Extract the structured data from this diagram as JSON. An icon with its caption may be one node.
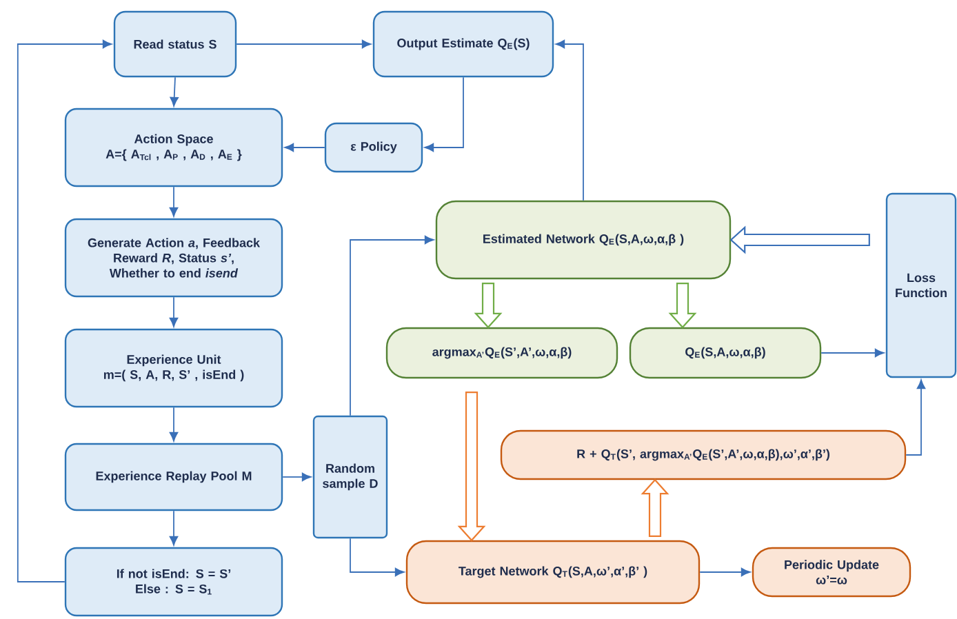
{
  "diagram": {
    "nodes": [
      {
        "text": [
          "Read status S"
        ]
      },
      {
        "text": [
          "Output Estimate Q$_{E}$(S)"
        ]
      },
      {
        "text": [
          "Action Space",
          "A={ A$_{Tcl}$ , A$_{P}$ , A$_{D}$ , A$_{E}$ }"
        ]
      },
      {
        "text": [
          "ε Policy"
        ]
      },
      {
        "text": [
          "Generate Action *a*, Feedback Reward *R*, Status *s’*, Whether to end *isend*"
        ]
      },
      {
        "text": [
          "Experience Unit",
          "m=( S, A, R, S’ , isEnd )"
        ]
      },
      {
        "text": [
          "Experience Replay Pool M"
        ]
      },
      {
        "text": [
          "If not isEnd: S = S’",
          "Else : S = S$_{1}$"
        ]
      },
      {
        "text": [
          "Random sample D"
        ]
      },
      {
        "text": [
          "Estimated Network Q$_{E}$(S,A,ω,α,β )"
        ]
      },
      {
        "text": [
          "argmax$_{A’}$Q$_{E}$(S’,A’,ω,α,β)"
        ]
      },
      {
        "text": [
          "Q$_{E}$(S,A,ω,α,β)"
        ]
      },
      {
        "text": [
          "Loss Function"
        ]
      },
      {
        "text": [
          "R + Q$_{T}$(S’, argmax$_{A’}$Q$_{E}$(S’,A’,ω,α,β),ω’,α’,β’)"
        ]
      },
      {
        "text": [
          "Target Network Q$_{T}$(S,A,ω’,α’,β’ )"
        ]
      },
      {
        "text": [
          "Periodic Update",
          "ω’=ω"
        ]
      }
    ],
    "edges": [
      {
        "from": 0,
        "to": 1,
        "arrow": "to"
      },
      {
        "from": 0,
        "to": 2,
        "arrow": "to"
      },
      {
        "from": 1,
        "to": 3,
        "arrow": "to"
      },
      {
        "from": 3,
        "to": 2,
        "arrow": "to"
      },
      {
        "from": 2,
        "to": 4,
        "arrow": "to"
      },
      {
        "from": 4,
        "to": 5,
        "arrow": "to"
      },
      {
        "from": 5,
        "to": 6,
        "arrow": "to"
      },
      {
        "from": 6,
        "to": 7,
        "arrow": "to"
      },
      {
        "from": 7,
        "to": 0,
        "arrow": "to"
      },
      {
        "from": 6,
        "to": 8,
        "arrow": "to"
      },
      {
        "from": 8,
        "to": 9,
        "arrow": "to"
      },
      {
        "from": 8,
        "to": 14,
        "arrow": "to"
      },
      {
        "from": 9,
        "to": 1,
        "arrow": "to"
      },
      {
        "from": 12,
        "to": 9,
        "arrow": "to",
        "style": "thick"
      },
      {
        "from": 9,
        "to": 10,
        "arrow": "to",
        "style": "thick",
        "color": "#70ad47"
      },
      {
        "from": 9,
        "to": 11,
        "arrow": "to",
        "style": "thick",
        "color": "#70ad47"
      },
      {
        "from": 11,
        "to": 12,
        "arrow": "to"
      },
      {
        "from": 10,
        "to": 14,
        "arrow": "to",
        "style": "thick",
        "color": "#ed7d31"
      },
      {
        "from": 14,
        "to": 13,
        "arrow": "to",
        "style": "thick",
        "color": "#ed7d31"
      },
      {
        "from": 13,
        "to": 12,
        "arrow": "to"
      },
      {
        "from": 14,
        "to": 15,
        "arrow": "to"
      }
    ]
  }
}
